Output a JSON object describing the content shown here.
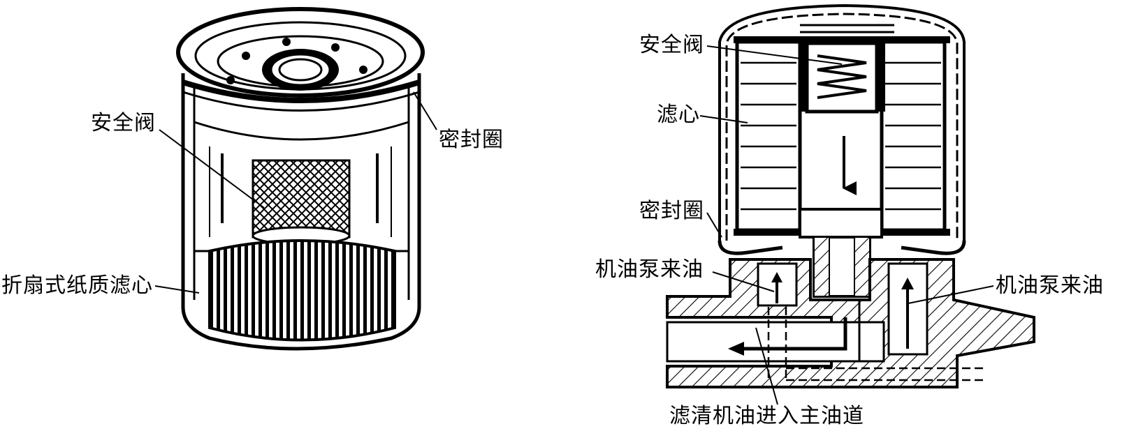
{
  "left_figure": {
    "labels": {
      "safety_valve": "安全阀",
      "seal_ring": "密封圈",
      "folded_paper_element": "折扇式纸质滤心"
    }
  },
  "right_figure": {
    "labels": {
      "safety_valve": "安全阀",
      "filter_element": "滤心",
      "seal_ring": "密封圈",
      "pump_oil_in_left": "机油泵来油",
      "pump_oil_in_right": "机油泵来油",
      "clean_oil_out": "滤清机油进入主油道"
    }
  },
  "colors": {
    "ink": "#000000",
    "paper": "#ffffff"
  }
}
